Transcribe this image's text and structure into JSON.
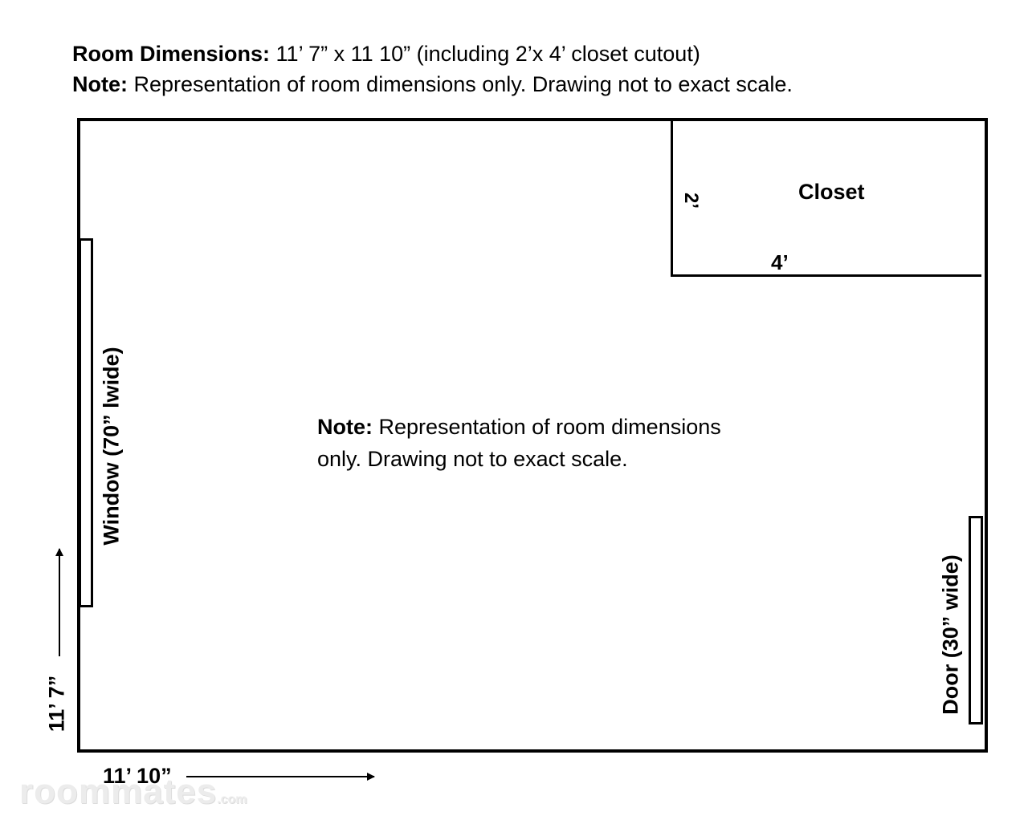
{
  "header": {
    "dimensions_label": "Room Dimensions:",
    "dimensions_value": "11’ 7” x 11 10” (including 2’x 4’ closet cutout)",
    "note_label": "Note:",
    "note_text": "Representation of room dimensions only. Drawing not to exact scale."
  },
  "closet": {
    "label": "Closet",
    "width": "4’",
    "depth": "2’"
  },
  "window": {
    "label": "Window (70” lwide)"
  },
  "door": {
    "label": "Door (30” wide)"
  },
  "center_note": {
    "label": "Note:",
    "text": "Representation of room dimensions only. Drawing not to exact scale."
  },
  "room_height": "11’ 7”",
  "room_width": "11’ 10”",
  "watermark": {
    "brand": "roommates",
    "suffix": ".com"
  }
}
